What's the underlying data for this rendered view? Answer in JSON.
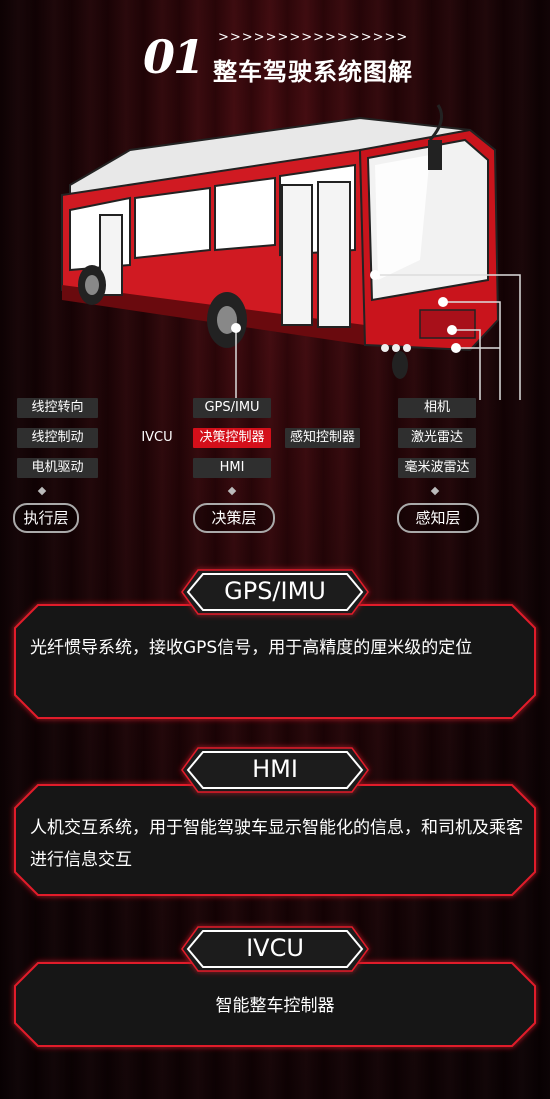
{
  "header": {
    "number": "01",
    "arrows": ">>>>>>>>>>>>>>>>",
    "title": "整车驾驶系统图解"
  },
  "diagram": {
    "exec": [
      "线控转向",
      "线控制动",
      "电机驱动"
    ],
    "ivcu": "IVCU",
    "decision": [
      "GPS/IMU",
      "决策控制器",
      "HMI"
    ],
    "perception_ctrl": "感知控制器",
    "sensors": [
      "相机",
      "激光雷达",
      "毫米波雷达"
    ],
    "layers": [
      "执行层",
      "决策层",
      "感知层"
    ]
  },
  "cards": [
    {
      "title": "GPS/IMU",
      "text": "光纤惯导系统，接收GPS信号，用于高精度的厘米级的定位"
    },
    {
      "title": "HMI",
      "text": "人机交互系统，用于智能驾驶车显示智能化的信息，和司机及乘客进行信息交互"
    },
    {
      "title": "IVCU",
      "text": "智能整车控制器"
    }
  ],
  "colors": {
    "accent": "#d40f1a",
    "box": "#2f2f2f",
    "line": "#e8512a"
  }
}
